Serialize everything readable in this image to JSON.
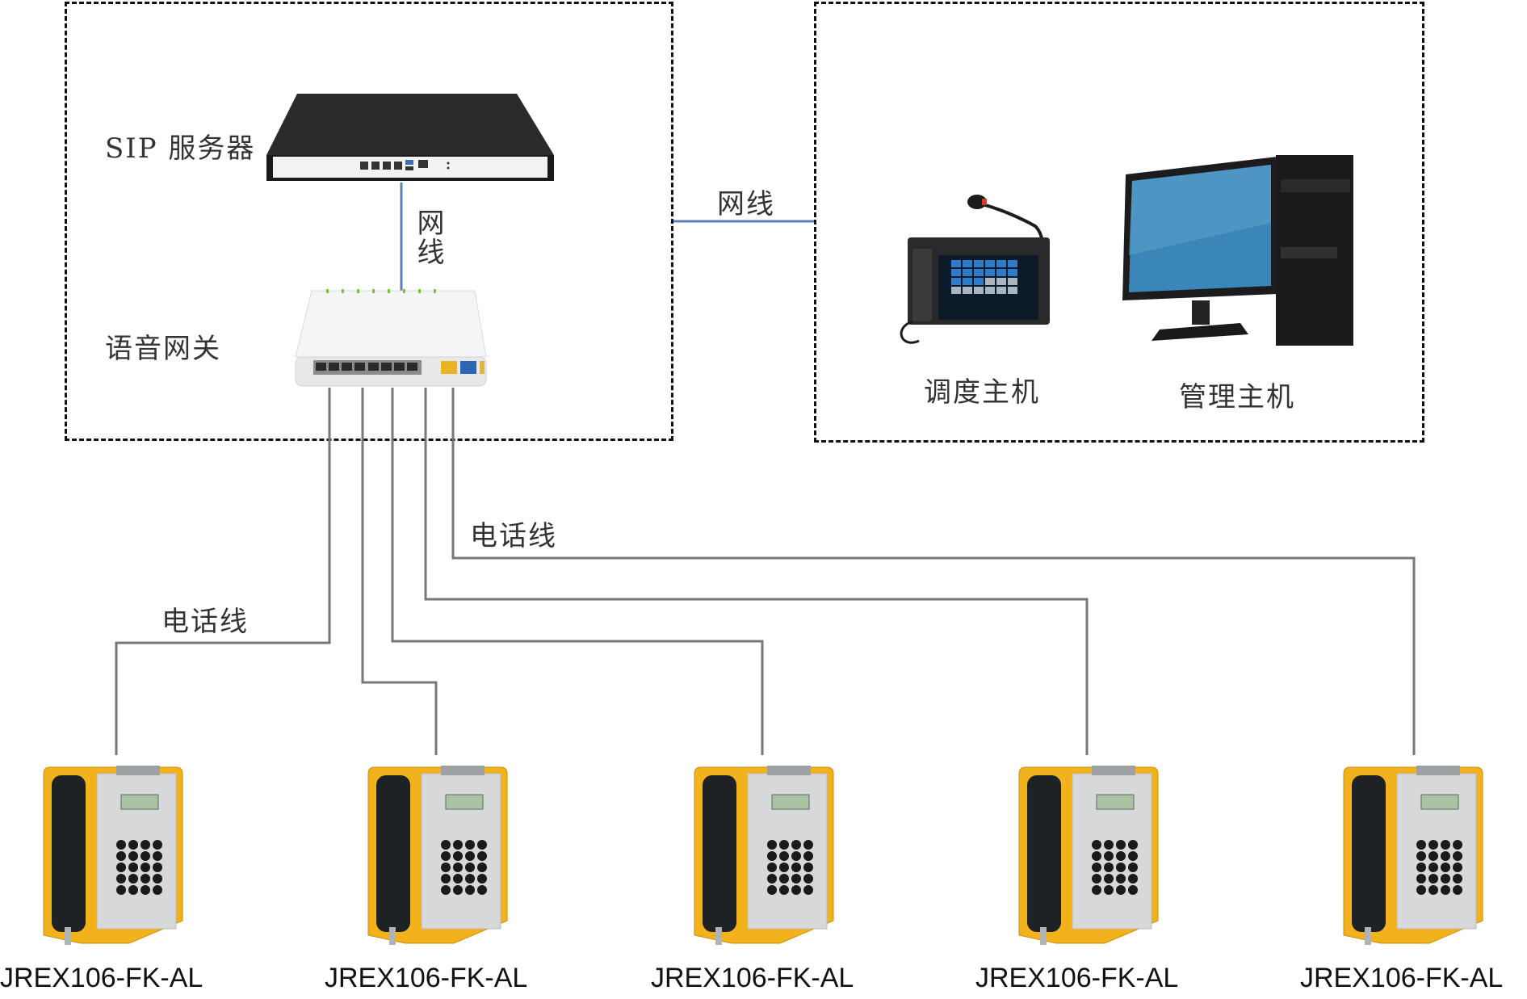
{
  "diagram": {
    "type": "network-topology",
    "colors": {
      "network_line": "#5b7fb3",
      "phone_line": "#777777",
      "box_border": "#111111",
      "phone_body": "#f2b21b"
    },
    "groups": [
      {
        "id": "core",
        "label": ""
      },
      {
        "id": "dispatch",
        "label": ""
      }
    ],
    "devices": {
      "sip_server": {
        "label": "SIP 服务器"
      },
      "voice_gateway": {
        "label": "语音网关"
      },
      "dispatch_host": {
        "label": "调度主机"
      },
      "management_host": {
        "label": "管理主机"
      }
    },
    "links": {
      "server_gateway": {
        "label": "网线"
      },
      "core_dispatch": {
        "label": "网线"
      },
      "phone_line_upper": {
        "label": "电话线"
      },
      "phone_line_lower": {
        "label": "电话线"
      }
    },
    "phones": [
      {
        "model": "JREX106-FK-AL"
      },
      {
        "model": "JREX106-FK-AL"
      },
      {
        "model": "JREX106-FK-AL"
      },
      {
        "model": "JREX106-FK-AL"
      },
      {
        "model": "JREX106-FK-AL"
      }
    ]
  }
}
